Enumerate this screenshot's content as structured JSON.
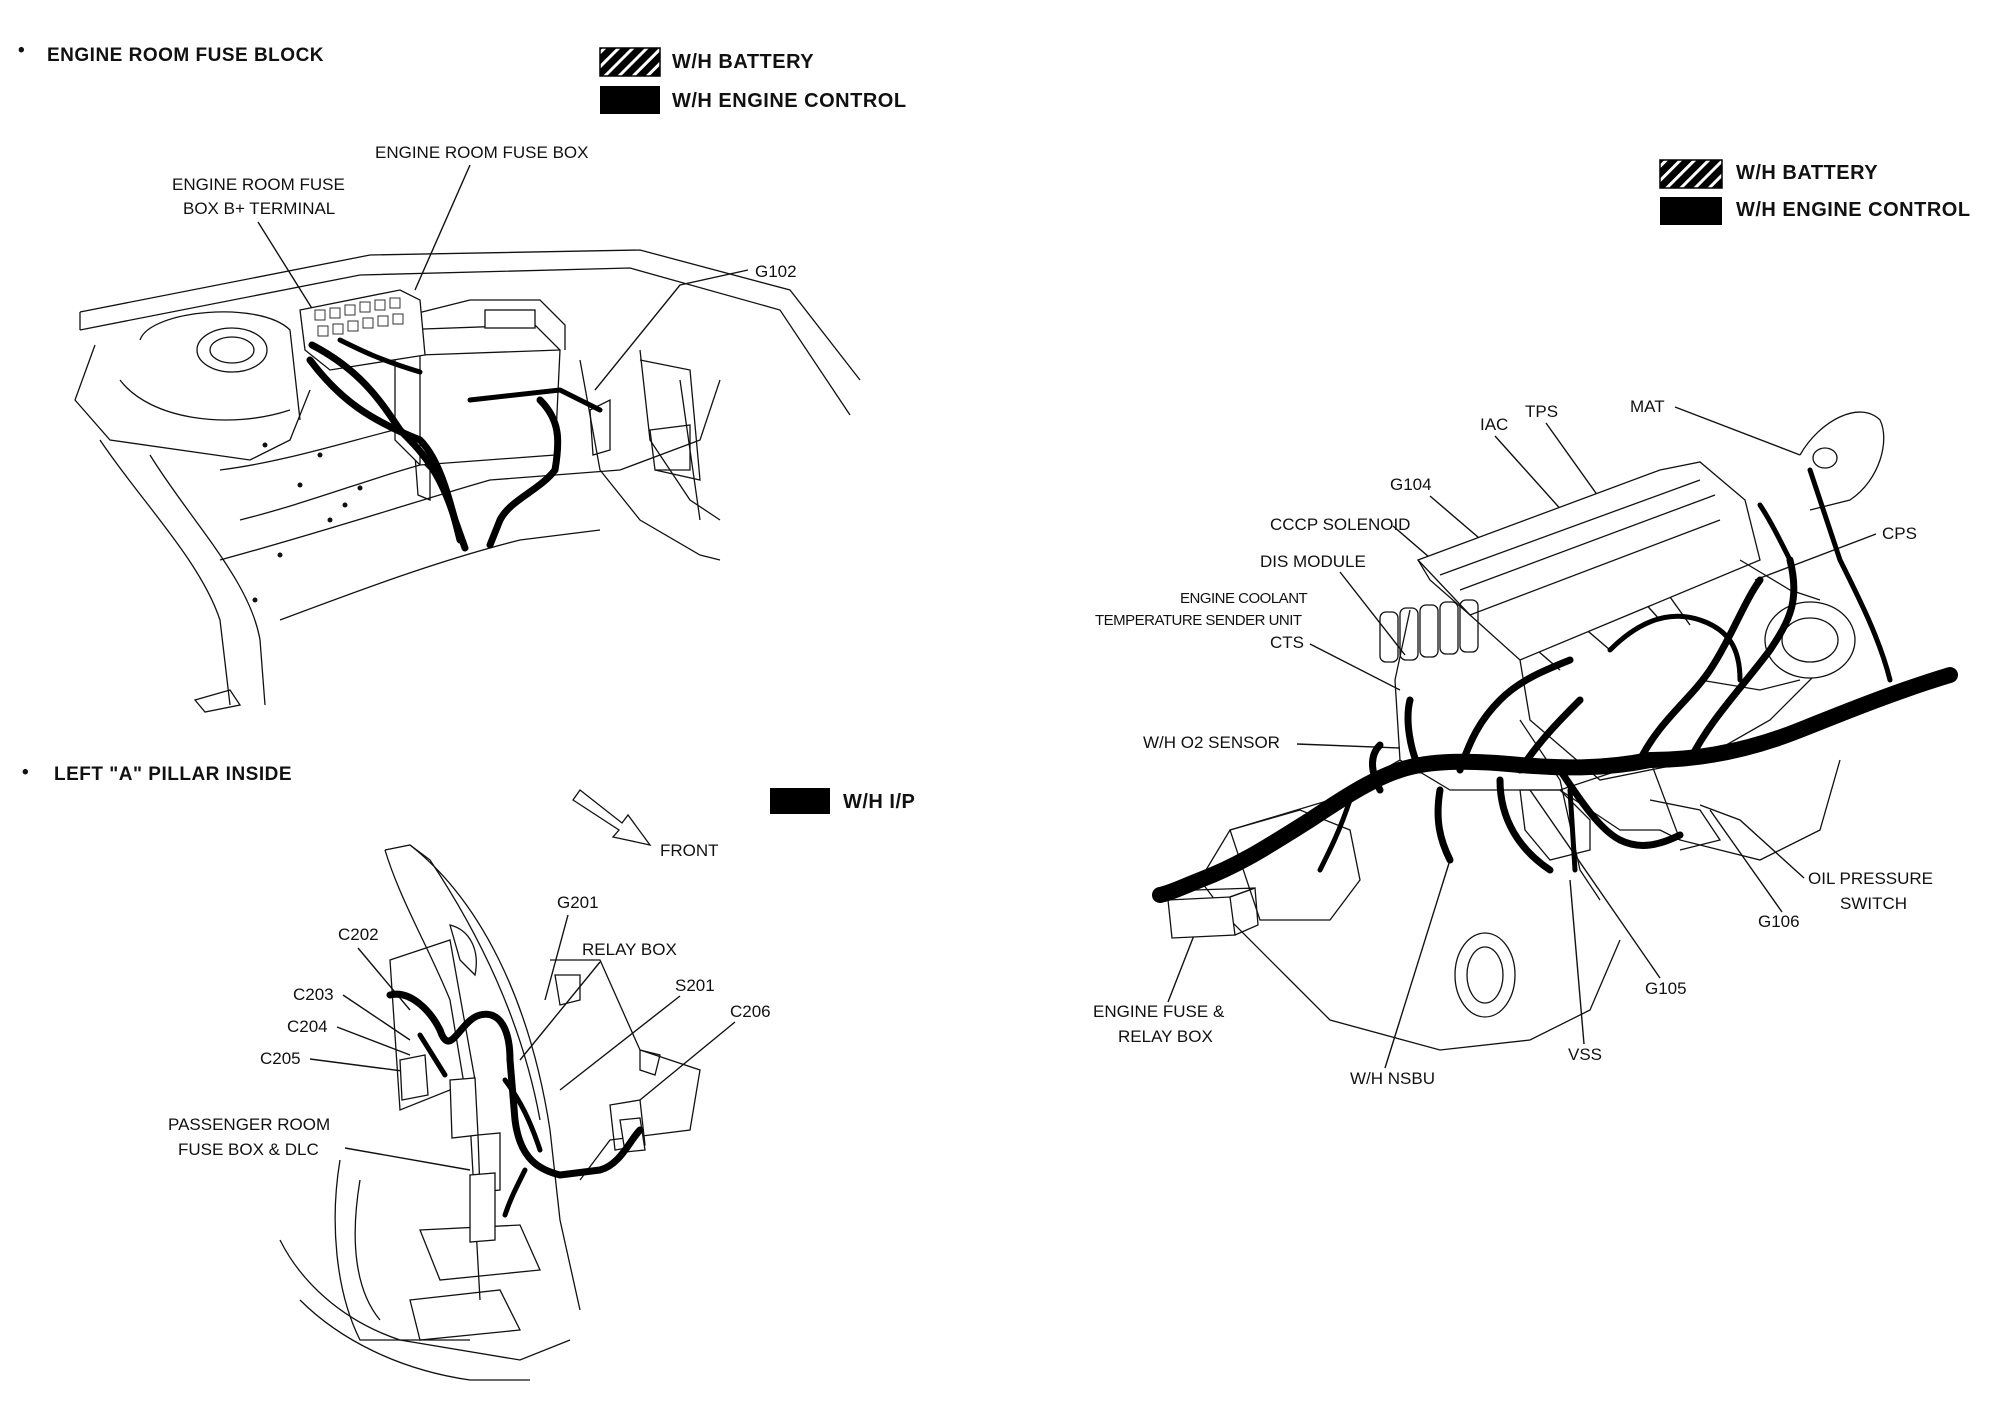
{
  "sections": {
    "engine_room_fuse_block": "ENGINE ROOM FUSE BLOCK",
    "left_a_pillar_inside": "LEFT \"A\" PILLAR INSIDE"
  },
  "bullet": "•",
  "legends": {
    "top_left": [
      {
        "pattern": "hatched",
        "label": "W/H BATTERY"
      },
      {
        "pattern": "solid",
        "label": "W/H ENGINE CONTROL"
      }
    ],
    "pillar": [
      {
        "pattern": "solid",
        "label": "W/H I/P"
      }
    ],
    "engine": [
      {
        "pattern": "hatched",
        "label": "W/H BATTERY"
      },
      {
        "pattern": "solid",
        "label": "W/H ENGINE CONTROL"
      }
    ]
  },
  "fuse_block_labels": {
    "fuse_box": "ENGINE ROOM FUSE BOX",
    "b_plus_line1": "ENGINE ROOM FUSE",
    "b_plus_line2": "BOX B+ TERMINAL",
    "g102": "G102"
  },
  "pillar_labels": {
    "front": "FRONT",
    "g201": "G201",
    "c202": "C202",
    "relay_box": "RELAY BOX",
    "s201": "S201",
    "c203": "C203",
    "c206": "C206",
    "c204": "C204",
    "c205": "C205",
    "pass_fuse_line1": "PASSENGER ROOM",
    "pass_fuse_line2": "FUSE BOX & DLC"
  },
  "engine_labels": {
    "mat": "MAT",
    "tps": "TPS",
    "iac": "IAC",
    "g104": "G104",
    "cps": "CPS",
    "cccp": "CCCP SOLENOID",
    "dis": "DIS MODULE",
    "ect_line1": "ENGINE COOLANT",
    "ect_line2": "TEMPERATURE SENDER UNIT",
    "cts": "CTS",
    "o2": "W/H O2 SENSOR",
    "oil_line1": "OIL PRESSURE",
    "oil_line2": "SWITCH",
    "g106": "G106",
    "fuse_relay_line1": "ENGINE FUSE &",
    "fuse_relay_line2": "RELAY BOX",
    "g105": "G105",
    "vss": "VSS",
    "nsbu": "W/H NSBU"
  }
}
